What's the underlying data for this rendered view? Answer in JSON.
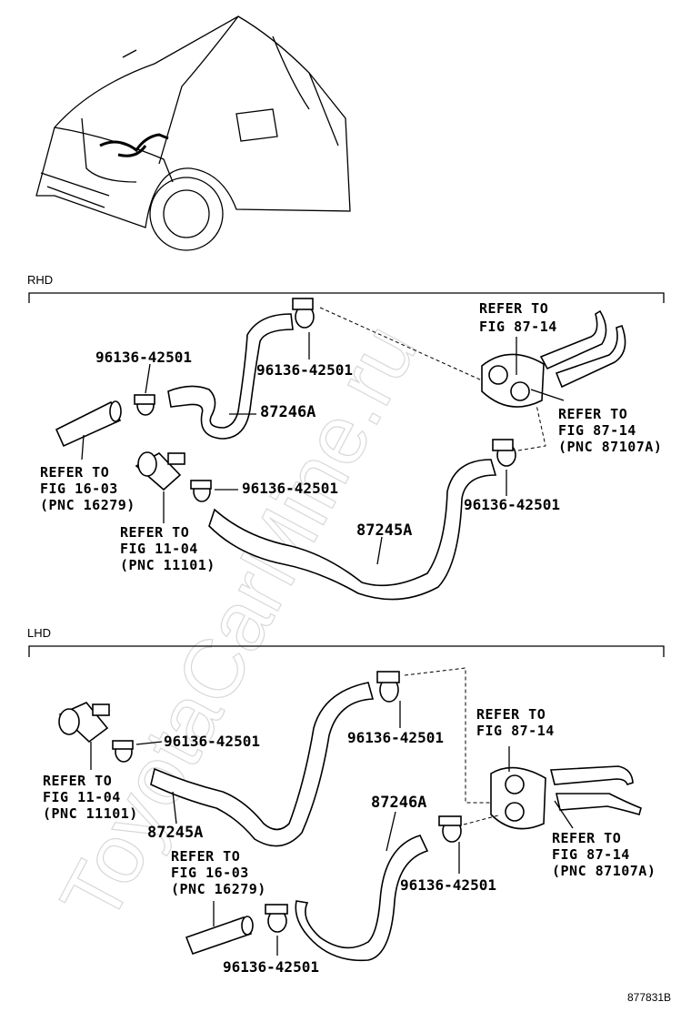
{
  "watermark": "ToyotaCarMine.ru",
  "figure_id": "877831B",
  "sections": {
    "rhd": {
      "title": "RHD",
      "labels": {
        "clamp_left": "96136-42501",
        "clamp_top": "96136-42501",
        "clamp_mid": "96136-42501",
        "clamp_right": "96136-42501",
        "hose_upper": "87246A",
        "hose_lower": "87245A",
        "ref_heater_1": "REFER TO",
        "ref_heater_2": "FIG 87-14",
        "ref_pipe_1": "REFER TO",
        "ref_pipe_2": "FIG 87-14",
        "ref_pipe_3": "(PNC 87107A)",
        "ref_engine_1": "REFER TO",
        "ref_engine_2": "FIG 16-03",
        "ref_engine_3": "(PNC 16279)",
        "ref_block_1": "REFER TO",
        "ref_block_2": "FIG 11-04",
        "ref_block_3": "(PNC 11101)"
      }
    },
    "lhd": {
      "title": "LHD",
      "labels": {
        "clamp_left": "96136-42501",
        "clamp_top": "96136-42501",
        "clamp_mid": "96136-42501",
        "clamp_bottom": "96136-42501",
        "hose_upper": "87246A",
        "hose_lower": "87245A",
        "ref_heater_1": "REFER TO",
        "ref_heater_2": "FIG 87-14",
        "ref_pipe_1": "REFER TO",
        "ref_pipe_2": "FIG 87-14",
        "ref_pipe_3": "(PNC 87107A)",
        "ref_engine_1": "REFER TO",
        "ref_engine_2": "FIG 16-03",
        "ref_engine_3": "(PNC 16279)",
        "ref_block_1": "REFER TO",
        "ref_block_2": "FIG 11-04",
        "ref_block_3": "(PNC 11101)"
      }
    }
  }
}
